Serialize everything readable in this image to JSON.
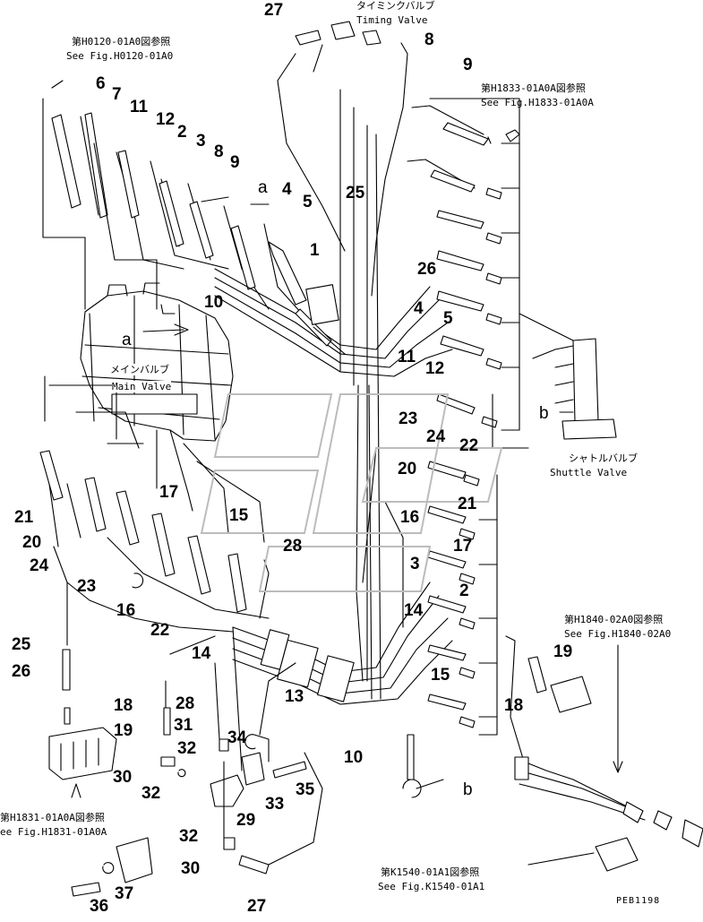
{
  "figure_code": "PEB1198",
  "notes": {
    "timing_jp": "タイミンクバルブ",
    "timing_en": "Timing Valve",
    "h0120_jp": "第H0120-01A0図参照",
    "h0120_en": "See Fig.H0120-01A0",
    "h1833_jp": "第H1833-01A0A図参照",
    "h1833_en": "See Fig.H1833-01A0A",
    "main_jp": "メインバルブ",
    "main_en": "Main Valve",
    "shuttle_jp": "シャトルバルブ",
    "shuttle_en": "Shuttle Valve",
    "h1840_jp": "第H1840-02A0図参照",
    "h1840_en": "See Fig.H1840-02A0",
    "h1831_jp": "第H1831-01A0A図参照",
    "h1831_en": "ee Fig.H1831-01A0A",
    "k1540_jp": "第K1540-01A1図参照",
    "k1540_en": "See Fig.K1540-01A1"
  },
  "letters": {
    "a1": "a",
    "a2": "a",
    "b1": "b",
    "b2": "b"
  },
  "parts": [
    "27",
    "8",
    "9",
    "6",
    "7",
    "11",
    "12",
    "2",
    "3",
    "8",
    "9",
    "4",
    "5",
    "25",
    "1",
    "26",
    "10",
    "4",
    "5",
    "11",
    "12",
    "23",
    "24",
    "22",
    "20",
    "21",
    "16",
    "17",
    "3",
    "2",
    "14",
    "15",
    "21",
    "20",
    "24",
    "17",
    "23",
    "16",
    "22",
    "15",
    "28",
    "14",
    "13",
    "25",
    "26",
    "18",
    "19",
    "31",
    "32",
    "28",
    "34",
    "30",
    "32",
    "29",
    "33",
    "35",
    "32",
    "30",
    "36",
    "37",
    "27",
    "10",
    "19",
    "18"
  ]
}
